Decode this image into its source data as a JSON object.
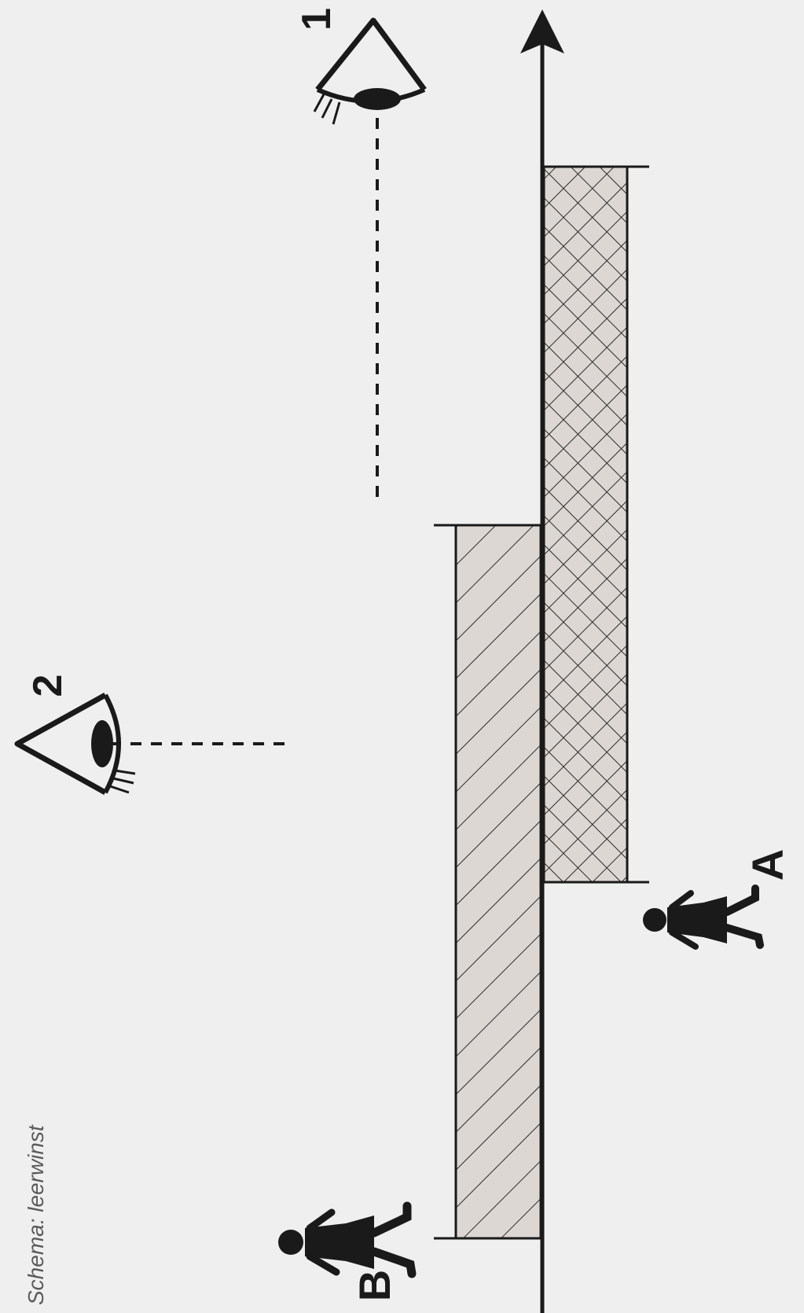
{
  "caption": "Schema: leerwinst",
  "labels": {
    "eye_1": "1",
    "eye_2": "2",
    "person_a": "A",
    "person_b": "B"
  },
  "icons": {
    "eye_1": "eye-icon",
    "eye_2": "eye-icon",
    "person_a": "walking-person-icon",
    "person_b": "walking-person-icon"
  },
  "colors": {
    "background": "#efefef",
    "line": "#1a1a1a",
    "bar_fill": "#dcd7d3",
    "caption": "#5a5a5a"
  }
}
